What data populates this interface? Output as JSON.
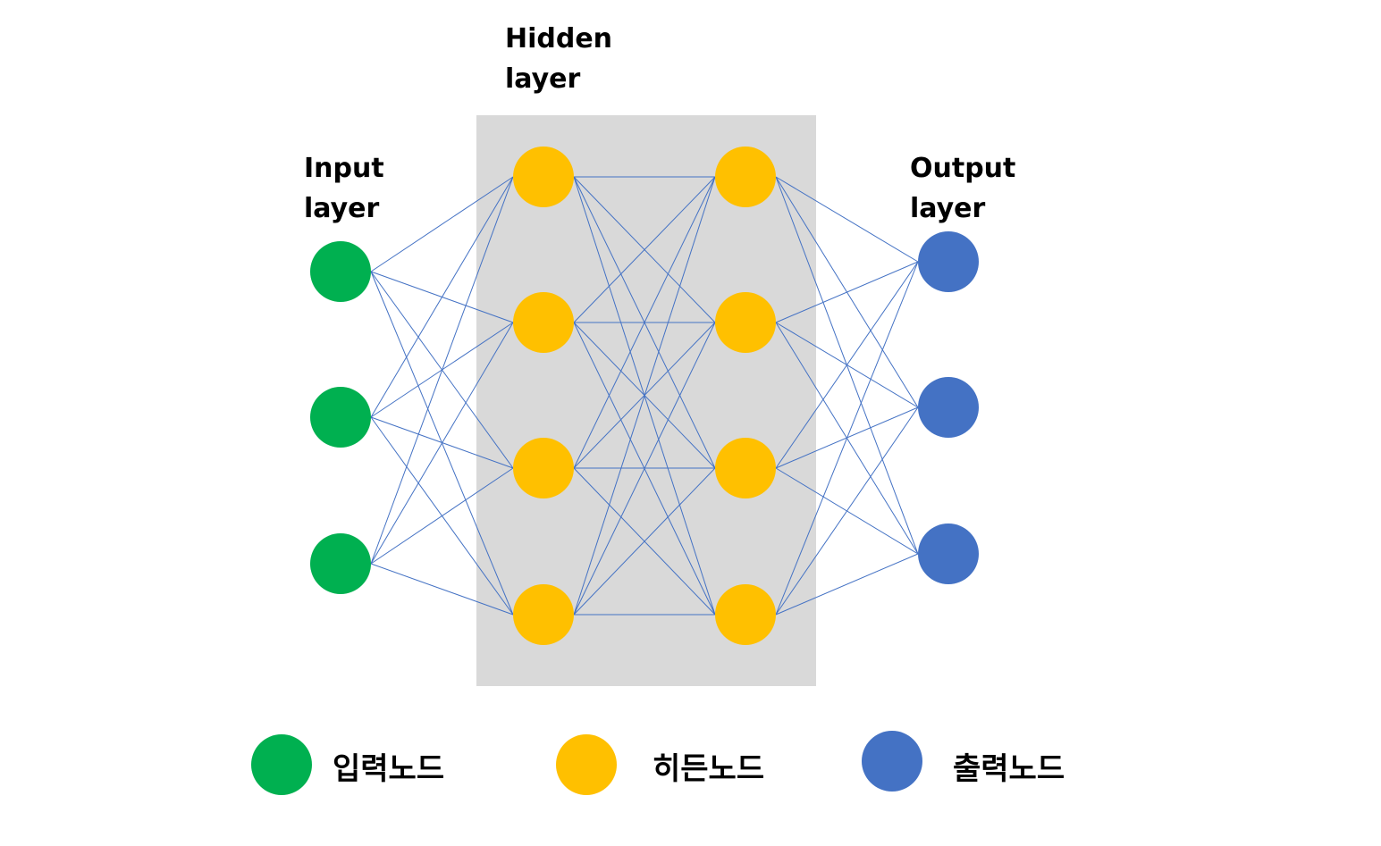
{
  "diagram": {
    "title": "Artificial neural network",
    "colors": {
      "input": "#00b050",
      "hidden": "#ffc000",
      "output": "#4472c4",
      "edge": "#4472c4",
      "hidden_box": "#d9d9d9"
    },
    "layers": [
      {
        "id": "input",
        "label": "Input\nlayer",
        "nodes": 3
      },
      {
        "id": "hidden1",
        "label": "Hidden\nlayer",
        "nodes": 4
      },
      {
        "id": "hidden2",
        "label": "",
        "nodes": 4
      },
      {
        "id": "output",
        "label": "Output\nlayer",
        "nodes": 3
      }
    ],
    "connections": "fully-connected"
  },
  "labels": {
    "input": "Input\nlayer",
    "hidden": "Hidden\nlayer",
    "output": "Output\nlayer"
  },
  "legend": [
    {
      "key": "input",
      "label": "입력노드",
      "color": "#00b050"
    },
    {
      "key": "hidden",
      "label": "히든노드",
      "color": "#ffc000"
    },
    {
      "key": "output",
      "label": "출력노드",
      "color": "#4472c4"
    }
  ]
}
